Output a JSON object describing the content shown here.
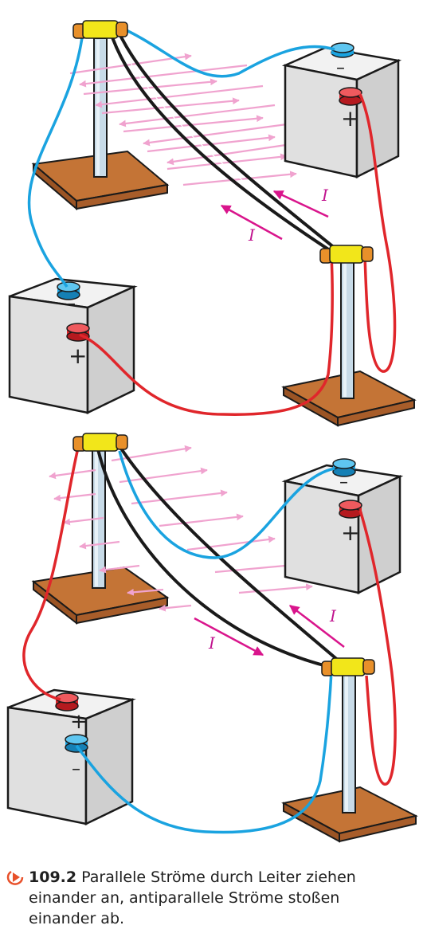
{
  "figure": {
    "number": "109.2",
    "caption": "Parallele Ströme durch Leiter ziehen einander an, antiparallele Ströme stoßen einander ab.",
    "symbols": {
      "plus": "+",
      "minus": "–",
      "current": "I"
    },
    "colors": {
      "wire_negative": "#1aa3e0",
      "wire_positive": "#e0262b",
      "conductor": "#1a1a1a",
      "field_arrow": "#f0a3cf",
      "current_arrow": "#d9158c",
      "base": "#c47436",
      "rod": "#c8dbe8",
      "battery": "#e3e3e3",
      "clamp": "#f2e61a",
      "clamp_end": "#e8902a"
    },
    "icons": [
      "play-circle-icon"
    ]
  }
}
